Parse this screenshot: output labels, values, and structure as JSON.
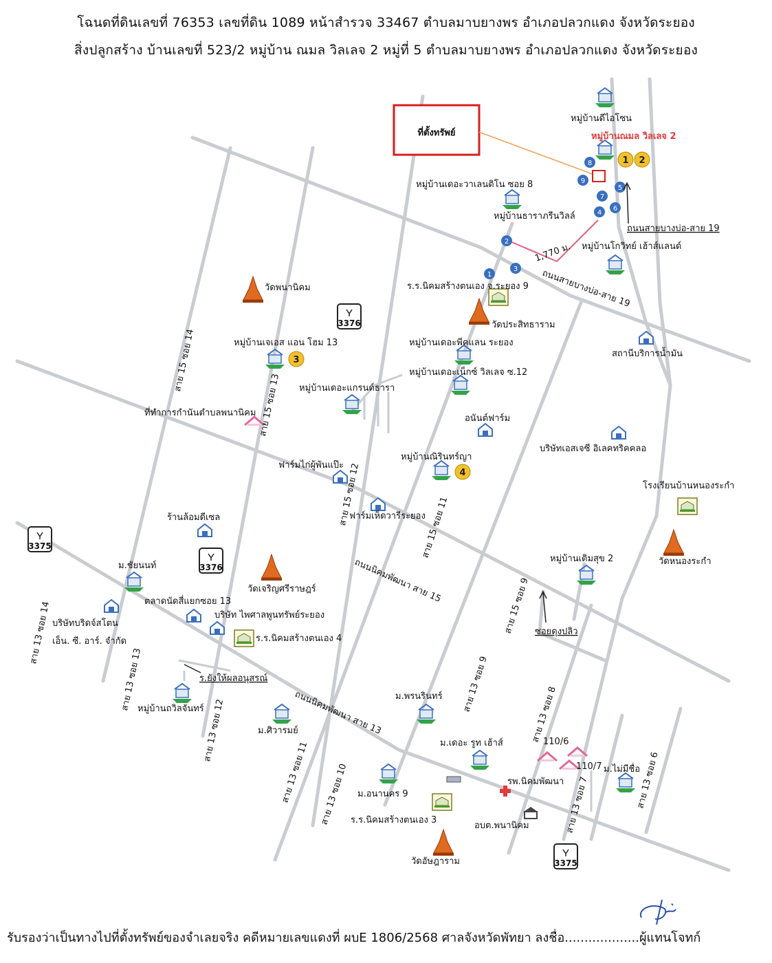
{
  "header": {
    "line1": "โฉนดที่ดินเลขที่ 76353  เลขที่ดิน 1089  หน้าสำรวจ 33467  ตำบลมาบยางพร  อำเภอปลวกแดง  จังหวัดระยอง",
    "line2": "สิ่งปลูกสร้าง  บ้านเลขที่ 523/2  หมู่บ้าน ณมล วิลเลจ 2  หมู่ที่ 5  ตำบลมาบยางพร  อำเภอปลวกแดง  จังหวัดระยอง"
  },
  "footer": {
    "text": "รับรองว่าเป็นทางไปที่ตั้งทรัพย์ของจำเลยจริง คดีหมายเลขแดงที่ ผบE 1806/2568 ศาลจังหวัดพัทยา ลงชื่อ...................ผู้แทนโจทก์"
  },
  "colors": {
    "road": "#c9ccd0",
    "accent_red": "#e23b3b",
    "marker_blue": "#3a6fbf",
    "marker_yellow": "#f2c12e",
    "temple": "#e06a1f"
  },
  "map": {
    "callout": "ที่ตั้งทรัพย์",
    "labels": {
      "thiot": "หมู่บ้านดีไอโซน",
      "namol": "หมู่บ้านณมล วิลเลจ 2",
      "the_valen": "หมู่บ้านเดอะวาเลนติโน ซอย 8",
      "thara": "หมู่บ้านธาราภรีนวิลล์",
      "road19": "ถนนสายบางบ่อ-สาย 19",
      "kowit": "หมู่บ้านโกวิทย์ เฮ้าส์แลนด์",
      "dist": "1,770 ม.",
      "school9": "ร.ร.นิคมสร้างตนเอง จ.ระยอง 9",
      "road_bb19": "ถนนสายบางบ่อ-สาย 19",
      "wat_phana": "วัดพนานิคม",
      "wat_prasit": "วัดประสิทธาราม",
      "js": "หมู่บ้านเจเอส แอน โฮม 13",
      "peakland": "หมู่บ้านเดอะพีคแลน ระยอง",
      "next": "หมู่บ้านเดอะเน็กซ์ วิลเลจ ซ.12",
      "station": "สถานีบริการน้ำมัน",
      "grand": "หมู่บ้านเดอะแกรนด์ธารา",
      "kamnan": "ที่ทำการกำนันตำบลพนานิคม",
      "anan": "อนันต์ฟาร์ม",
      "sj": "บริษัทเอสเจซี อิเลคทริคคลอ",
      "nirin": "หมู่บ้านณิรินทร์ญา",
      "farm_kai": "ฟาร์มไก่ผู้พันแป๊ะ",
      "school_nong": "โรงเรียนบ้านหนองระกำ",
      "lom": "ร้านล้อมดีเซล",
      "farm_het": "ฟาร์มเห็ดวารีระยอง",
      "wat_nong": "วัดหนองระกำ",
      "chayanon": "ม.ชัยนนท์",
      "wat_charoen": "วัดเจริญศรีราษฎร์",
      "soem": "หมู่บ้านเติมสุข 2",
      "market": "ตลาดนัดสี่แยกซอย 13",
      "phaisan": "บริษัท ไพศาลพูนทรัพย์ระยอง",
      "company_l1": "บริษัทบริดจ์สโตน",
      "company_l2": "เอ็น. ซี. อาร์. จำกัด",
      "school4": "ร.ร.นิคมสร้างตนเอง 4",
      "soi_dung": "ซอยดุงปลิว",
      "road15": "ถนนนิคมพัฒนา สาย 15",
      "road13": "ถนนนิคมพัฒนา สาย 13",
      "yang": "ร.ยังให้ผลอนุสรณ์",
      "thawin": "หมู่บ้านถวิลจันทร์",
      "pornrin": "ม.พรนรินทร์",
      "siwa": "ม.ศิวารมย์",
      "roothouse": "ม.เดอะ รูท เฮ้าส์",
      "h110_6": "110/6",
      "h110_7": "110/7",
      "nameless": "ม.ไม่มีชื่อ",
      "hosp": "รพ.นิคมพัฒนา",
      "ananakhon": "ม.อนานคร 9",
      "school3": "ร.ร.นิคมสร้างตนเอง 3",
      "obt": "อบต.พนานิคม",
      "wat_an": "วัดอัษฎาราม",
      "s15_14": "สาย 15 ซอย 14",
      "s15_13": "สาย 15 ซอย 13",
      "s15_12": "สาย 15 ซอย 12",
      "s15_11": "สาย 15 ซอย 11",
      "s15_9": "สาย 15 ซอย 9",
      "s13_14": "สาย 13 ซอย 14",
      "s13_13": "สาย 13 ซอย 13",
      "s13_12": "สาย 13 ซอย 12",
      "s13_11": "สาย 13 ซอย 11",
      "s13_10": "สาย 13 ซอย 10",
      "s13_9": "สาย 13 ซอย 9",
      "s13_8": "สาย 13 ซอย 8",
      "s13_7": "สาย 13 ซอย 7",
      "s13_6": "สาย 13 ซอย 6"
    },
    "highway": {
      "h3376": "3376",
      "h3375": "3375"
    },
    "markers_blue": [
      "1",
      "2",
      "3",
      "4",
      "5",
      "6",
      "7",
      "8",
      "9"
    ],
    "markers_yellow": [
      "1",
      "2",
      "3",
      "4"
    ]
  }
}
